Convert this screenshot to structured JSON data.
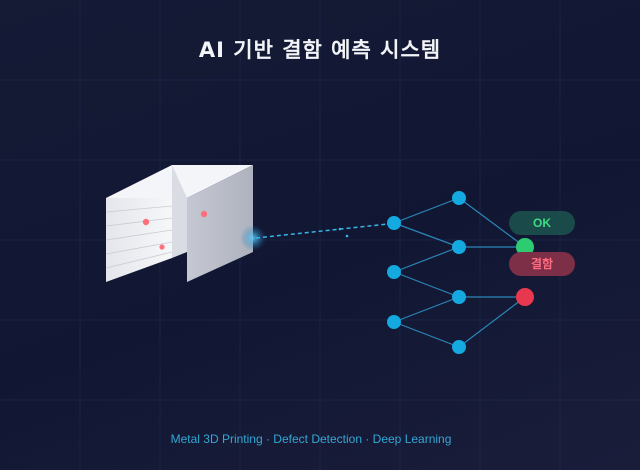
{
  "header": {
    "title": "AI 기반 결함 예측 시스템"
  },
  "footer": {
    "subtitle": "Metal 3D Printing · Defect Detection · Deep Learning"
  },
  "outputs": {
    "ok_label": "OK",
    "defect_label": "결함"
  },
  "colors": {
    "node": "#14a9e0",
    "edge": "#2b86b8",
    "ok": "#2ecc71",
    "defect": "#e8384f",
    "defect_spot": "#ff6f7d",
    "part_light": "#eef0f4",
    "part_shade": "#c9ccd6"
  },
  "icons": {
    "part": "metal-3d-printed-part-icon",
    "scanner": "laser-scan-icon"
  }
}
